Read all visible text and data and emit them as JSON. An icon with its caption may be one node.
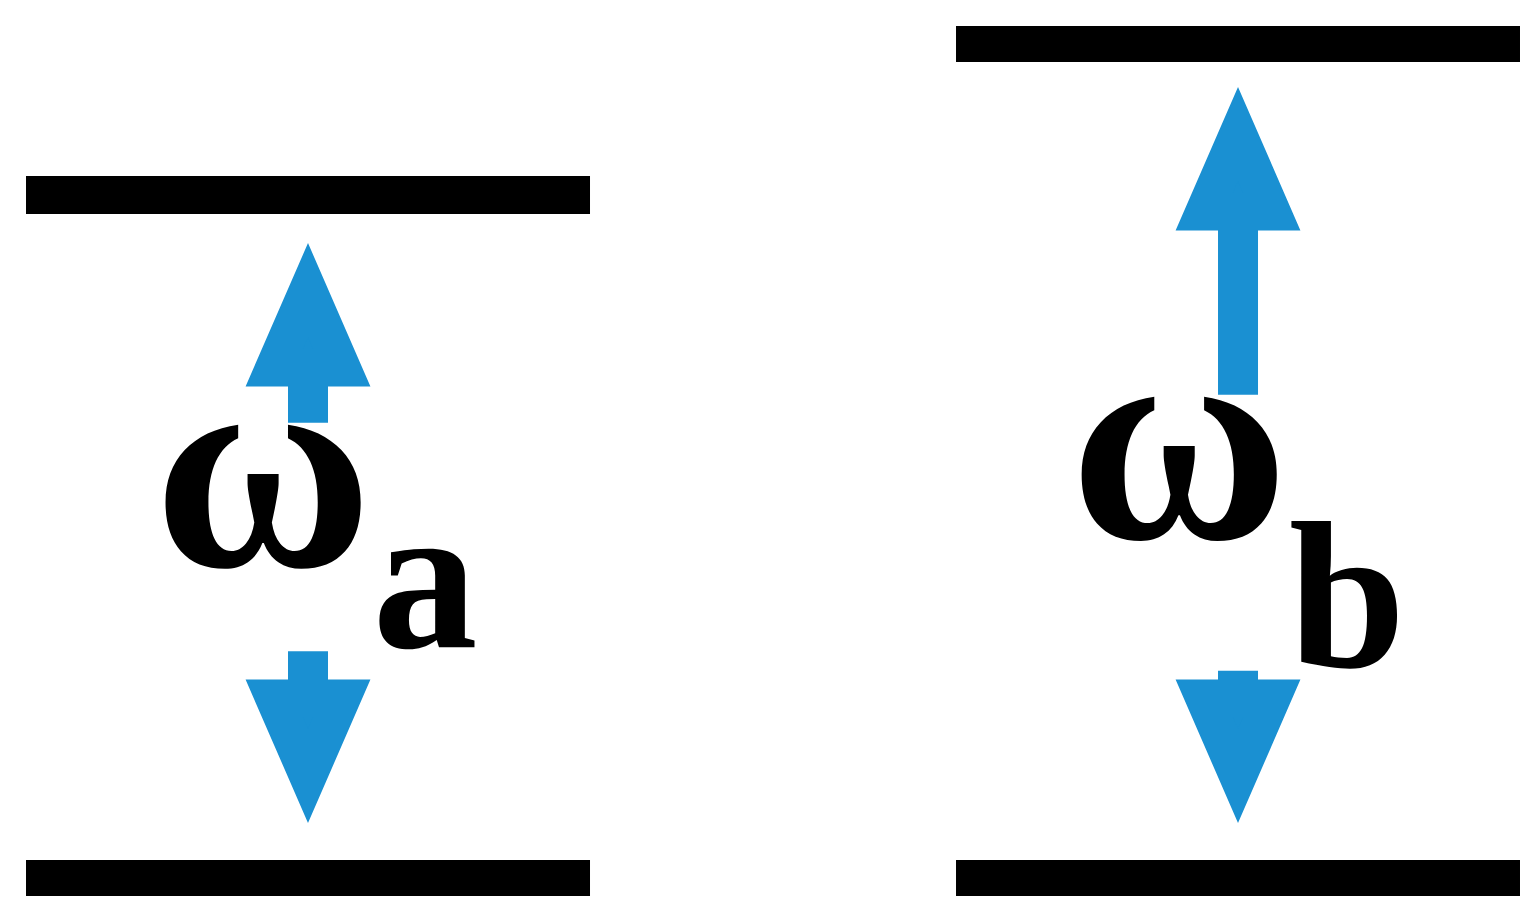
{
  "diagram": {
    "nodes": [
      {
        "text": [],
        "shape": "bar"
      },
      {
        "text": [],
        "shape": "bar"
      },
      {
        "text": [],
        "shape": "bar"
      },
      {
        "text": [],
        "shape": "bar"
      }
    ],
    "edges": [
      {
        "from": 1,
        "to": 0,
        "arrow": "both",
        "label": "ω$_{a}$"
      },
      {
        "from": 3,
        "to": 2,
        "arrow": "both",
        "label": "ω$_{b}$"
      }
    ]
  }
}
